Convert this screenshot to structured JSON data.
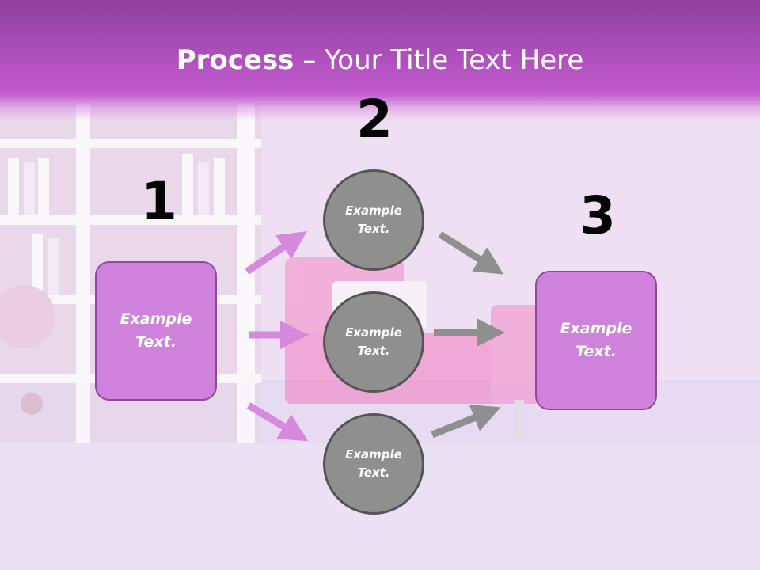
{
  "slide": {
    "title_bold": "Process",
    "title_rest": " – Your Title Text Here"
  },
  "steps": {
    "step1_number": "1",
    "step2_number": "2",
    "step3_number": "3"
  },
  "boxes": {
    "left": "Example\nText.",
    "right": "Example\nText."
  },
  "circles": [
    "Example\nText.",
    "Example\nText.",
    "Example\nText."
  ],
  "colors": {
    "header": "#a64bb5",
    "box_fill": "#cf82dc",
    "circle_fill": "#8f8f8f",
    "arrow_pink": "#d58ade",
    "arrow_gray": "#8f8f8f"
  }
}
